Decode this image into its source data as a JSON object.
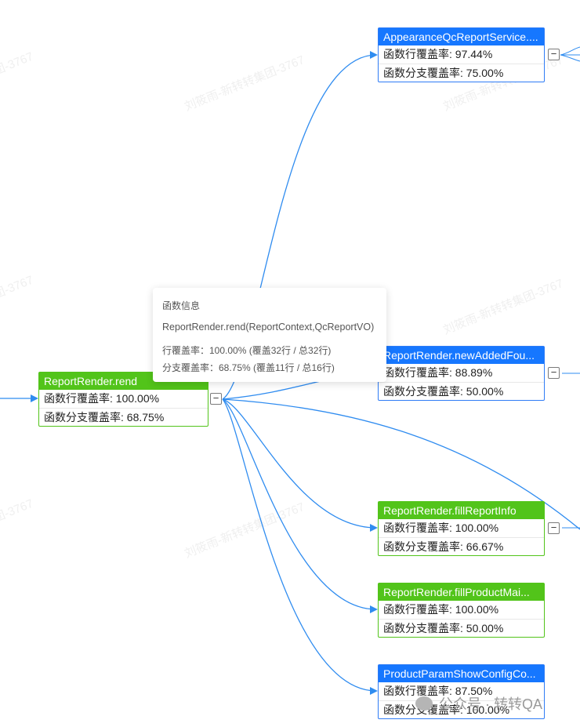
{
  "colors": {
    "edge": "#2f8cf0",
    "blue_header": "#1677ff",
    "green_header": "#52c41a"
  },
  "watermarks": {
    "text_long": "刘筱雨-新转转集团-3767",
    "text_short": "团-3767"
  },
  "root": {
    "title": "ReportRender.rend",
    "line_cov": "函数行覆盖率: 100.00%",
    "branch_cov": "函数分支覆盖率: 68.75%",
    "collapse": "−"
  },
  "children": [
    {
      "title": "AppearanceQcReportService....",
      "line_cov": "函数行覆盖率: 97.44%",
      "branch_cov": "函数分支覆盖率: 75.00%",
      "collapse": "−",
      "color": "blue"
    },
    {
      "title": "ReportRender.newAddedFou...",
      "line_cov": "函数行覆盖率: 88.89%",
      "branch_cov": "函数分支覆盖率: 50.00%",
      "collapse": "−",
      "color": "blue"
    },
    {
      "title": "ReportRender.fillReportInfo",
      "line_cov": "函数行覆盖率: 100.00%",
      "branch_cov": "函数分支覆盖率: 66.67%",
      "collapse": "−",
      "color": "green"
    },
    {
      "title": "ReportRender.fillProductMai...",
      "line_cov": "函数行覆盖率: 100.00%",
      "branch_cov": "函数分支覆盖率: 50.00%",
      "color": "green"
    },
    {
      "title": "ProductParamShowConfigCo...",
      "line_cov": "函数行覆盖率: 87.50%",
      "branch_cov": "函数分支覆盖率: 100.00%",
      "color": "blue"
    }
  ],
  "tooltip": {
    "title": "函数信息",
    "signature": "ReportRender.rend(ReportContext,QcReportVO)",
    "line_info": "行覆盖率：100.00% (覆盖32行 / 总32行)",
    "branch_info": "分支覆盖率：68.75% (覆盖11行 / 总16行)"
  },
  "footer": {
    "account": "公众号 · 转转QA"
  }
}
